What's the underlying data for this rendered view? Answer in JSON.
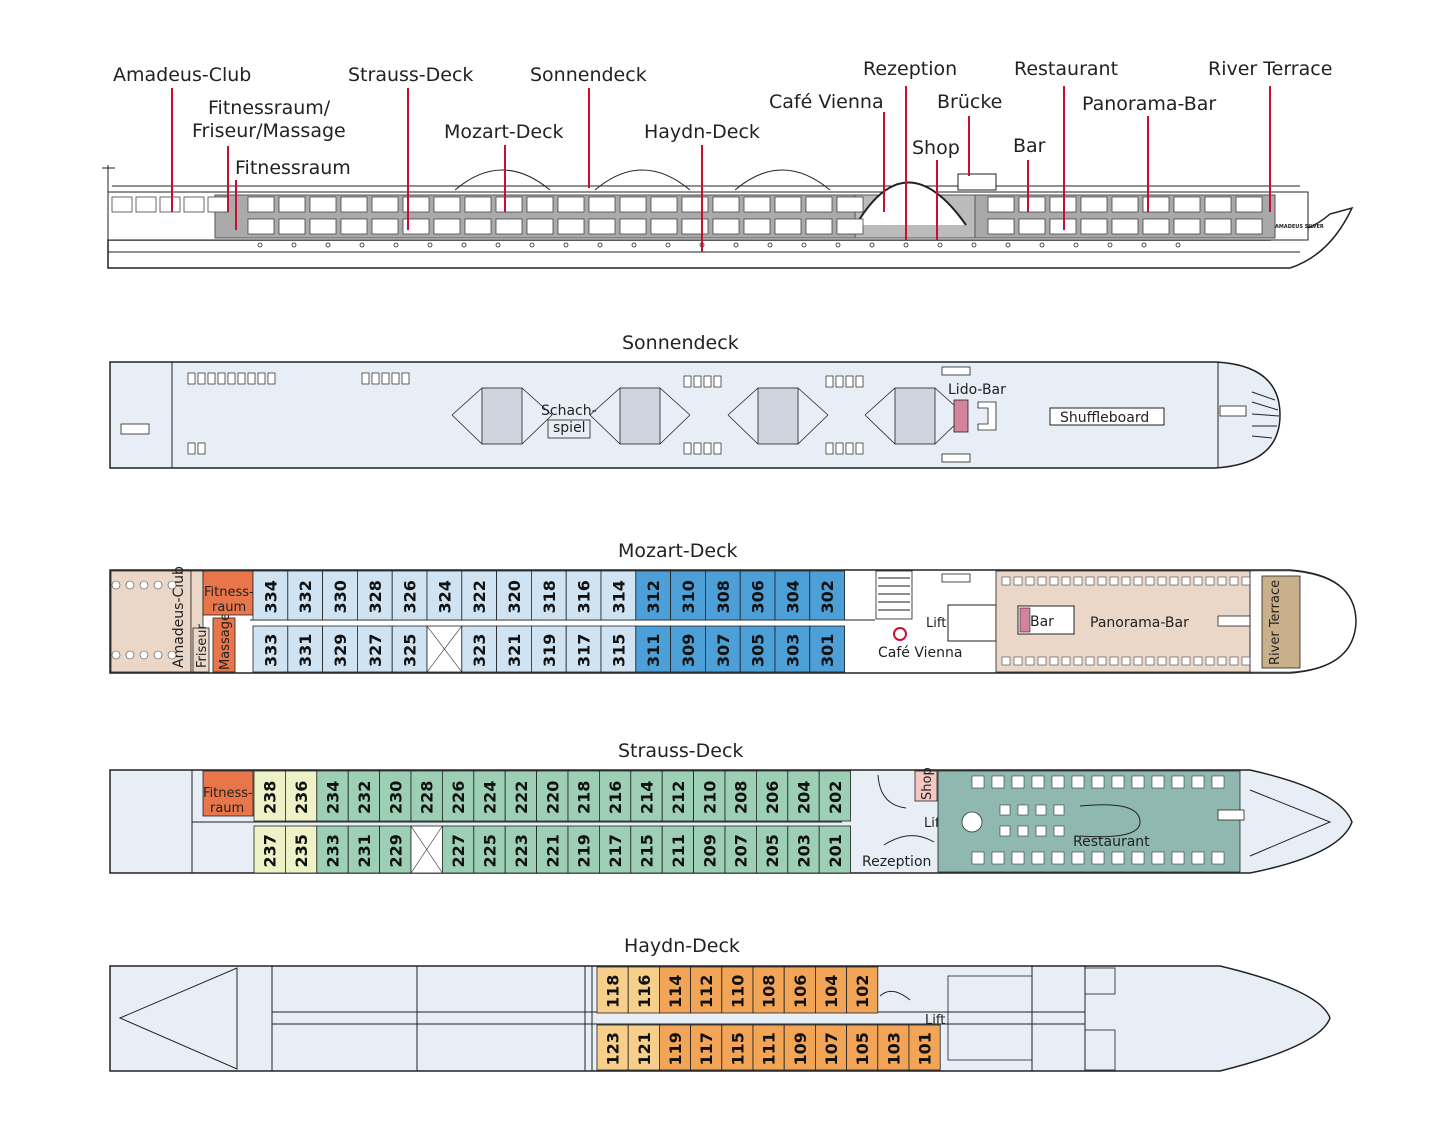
{
  "profile_labels": [
    {
      "id": "amadeus-club",
      "text": "Amadeus-Club"
    },
    {
      "id": "fitnessraum-friseur-1",
      "text": "Fitnessraum/"
    },
    {
      "id": "fitnessraum-friseur-2",
      "text": "Friseur/Massage"
    },
    {
      "id": "fitnessraum",
      "text": "Fitnessraum"
    },
    {
      "id": "strauss-deck",
      "text": "Strauss-Deck"
    },
    {
      "id": "sonnendeck",
      "text": "Sonnendeck"
    },
    {
      "id": "mozart-deck",
      "text": "Mozart-Deck"
    },
    {
      "id": "haydn-deck",
      "text": "Haydn-Deck"
    },
    {
      "id": "cafe-vienna",
      "text": "Café Vienna"
    },
    {
      "id": "rezeption",
      "text": "Rezeption"
    },
    {
      "id": "bruecke",
      "text": "Brücke"
    },
    {
      "id": "shop",
      "text": "Shop"
    },
    {
      "id": "bar",
      "text": "Bar"
    },
    {
      "id": "restaurant",
      "text": "Restaurant"
    },
    {
      "id": "panorama-bar",
      "text": "Panorama-Bar"
    },
    {
      "id": "river-terrace",
      "text": "River Terrace"
    }
  ],
  "ship_name": "AMADEUS SILVER",
  "decks": {
    "sonnendeck": {
      "title": "Sonnendeck",
      "schach_1": "Schach-",
      "schach_2": "spiel",
      "lido_bar": "Lido-Bar",
      "shuffleboard": "Shuffleboard"
    },
    "mozart": {
      "title": "Mozart-Deck",
      "amadeus_club": "Amadeus-Club",
      "friseur": "Friseur",
      "massage": "Massage",
      "fitness_1": "Fitness-",
      "fitness_2": "raum",
      "lift": "Lift",
      "bar": "Bar",
      "panorama_bar": "Panorama-Bar",
      "cafe_vienna": "Café Vienna",
      "river_terrace": "River Terrace",
      "top_cabins": [
        "334",
        "332",
        "330",
        "328",
        "326",
        "324",
        "322",
        "320",
        "318",
        "316",
        "314",
        "312",
        "310",
        "308",
        "306",
        "304",
        "302"
      ],
      "bottom_cabins": [
        "333",
        "331",
        "329",
        "327",
        "325",
        "",
        "323",
        "321",
        "319",
        "317",
        "315",
        "311",
        "309",
        "307",
        "305",
        "303",
        "301"
      ]
    },
    "strauss": {
      "title": "Strauss-Deck",
      "fitness_1": "Fitness-",
      "fitness_2": "raum",
      "shop": "Shop",
      "lift": "Lift",
      "rezeption": "Rezeption",
      "restaurant": "Restaurant",
      "top_cabins": [
        "238",
        "236",
        "234",
        "232",
        "230",
        "228",
        "226",
        "224",
        "222",
        "220",
        "218",
        "216",
        "214",
        "212",
        "210",
        "208",
        "206",
        "204",
        "202"
      ],
      "bottom_cabins": [
        "237",
        "235",
        "233",
        "231",
        "229",
        "",
        "227",
        "225",
        "223",
        "221",
        "219",
        "217",
        "215",
        "211",
        "209",
        "207",
        "205",
        "203",
        "201"
      ]
    },
    "haydn": {
      "title": "Haydn-Deck",
      "lift": "Lift",
      "top_cabins": [
        "118",
        "116",
        "114",
        "112",
        "110",
        "108",
        "106",
        "104",
        "102"
      ],
      "bottom_cabins": [
        "123",
        "121",
        "119",
        "117",
        "115",
        "111",
        "109",
        "107",
        "105",
        "103",
        "101"
      ]
    }
  },
  "colors": {
    "hull": "#e8eef6",
    "mozart_light": "#cfe3f3",
    "mozart_dark": "#4d9fd8",
    "strauss_light": "#eef3c7",
    "strauss_green": "#9ccfb4",
    "haydn_light": "#f7cf8a",
    "haydn_dark": "#f2a556",
    "fitness": "#e8764a",
    "lounge": "#ead7c8",
    "restaurant": "#8fb8b0",
    "accent_red": "#c8102e"
  }
}
